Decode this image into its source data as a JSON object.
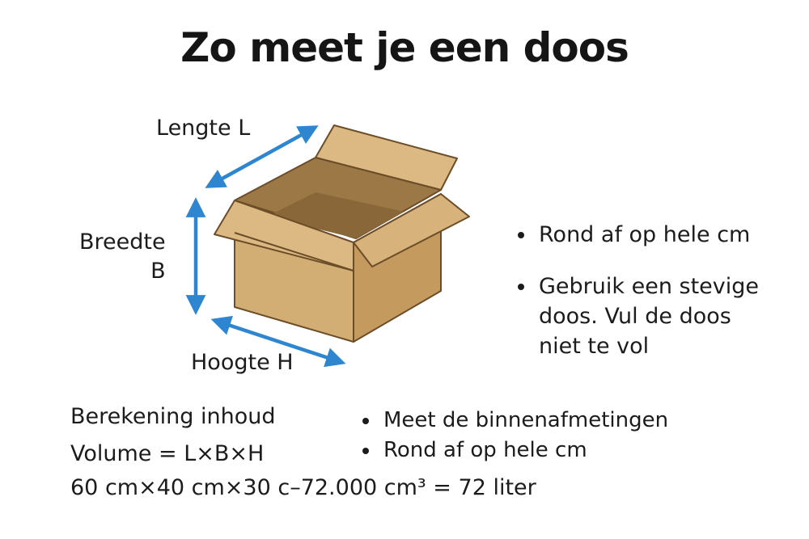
{
  "title": "Zo meet je een doos",
  "dimensions": {
    "length_label": "Lengte L",
    "width_label_line1": "Breedte",
    "width_label_line2": "B",
    "height_label": "Hoogte H"
  },
  "tips": [
    {
      "text": "Rond af op hele cm"
    },
    {
      "line1": "Gebruik een stevige",
      "line2": "doos. Vul de doos",
      "line3": "niet te vol"
    }
  ],
  "calculation": {
    "heading": "Berekening inhoud",
    "formula": "Volume = L×B×H",
    "example": "60 cm×40 cm×30 c–72.000 cm³ = 72 liter"
  },
  "measure_tips": [
    {
      "text": "Meet de binnenafmetingen"
    },
    {
      "text": "Rond af op hele cm"
    }
  ],
  "colors": {
    "arrow": "#2e86d0",
    "box_front": "#d2ad74",
    "box_side": "#c49a5f",
    "box_inside": "#9c7846",
    "flap": "#dcb883",
    "outline": "#6b4d28"
  }
}
